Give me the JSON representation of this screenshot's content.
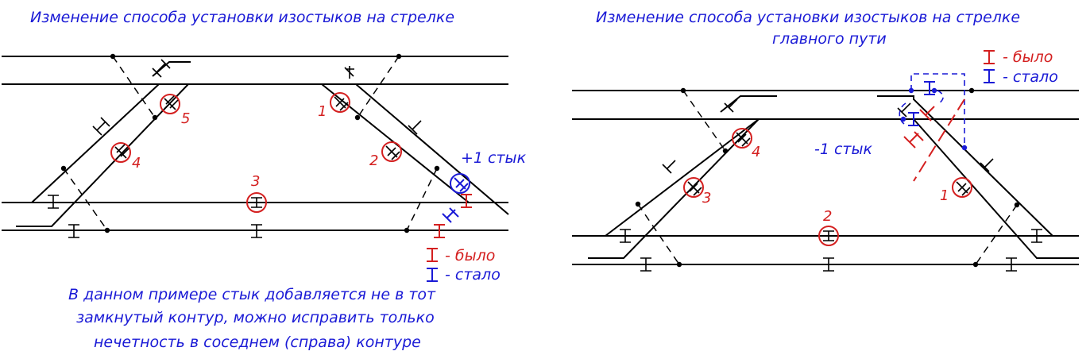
{
  "left": {
    "title": "Изменение способа установки изостыков на стрелке",
    "plus_label": "+1 стык",
    "legend_was": "- было",
    "legend_now": "- стало",
    "note_lines": [
      "В данном примере стык добавляется не в тот",
      "замкнутый контур, можно исправить только",
      "нечетность в соседнем (справа) контуре"
    ],
    "markers": [
      "1",
      "2",
      "3",
      "4",
      "5"
    ]
  },
  "right": {
    "title_line1": "Изменение способа установки изостыков на стрелке",
    "title_line2": "главного пути",
    "legend_was": "- было",
    "legend_now": "- стало",
    "minus_label": "-1 стык",
    "markers": [
      "1",
      "2",
      "3",
      "4"
    ]
  },
  "colors": {
    "blue": "#1a1ad6",
    "red": "#d42020",
    "line": "#000000"
  }
}
